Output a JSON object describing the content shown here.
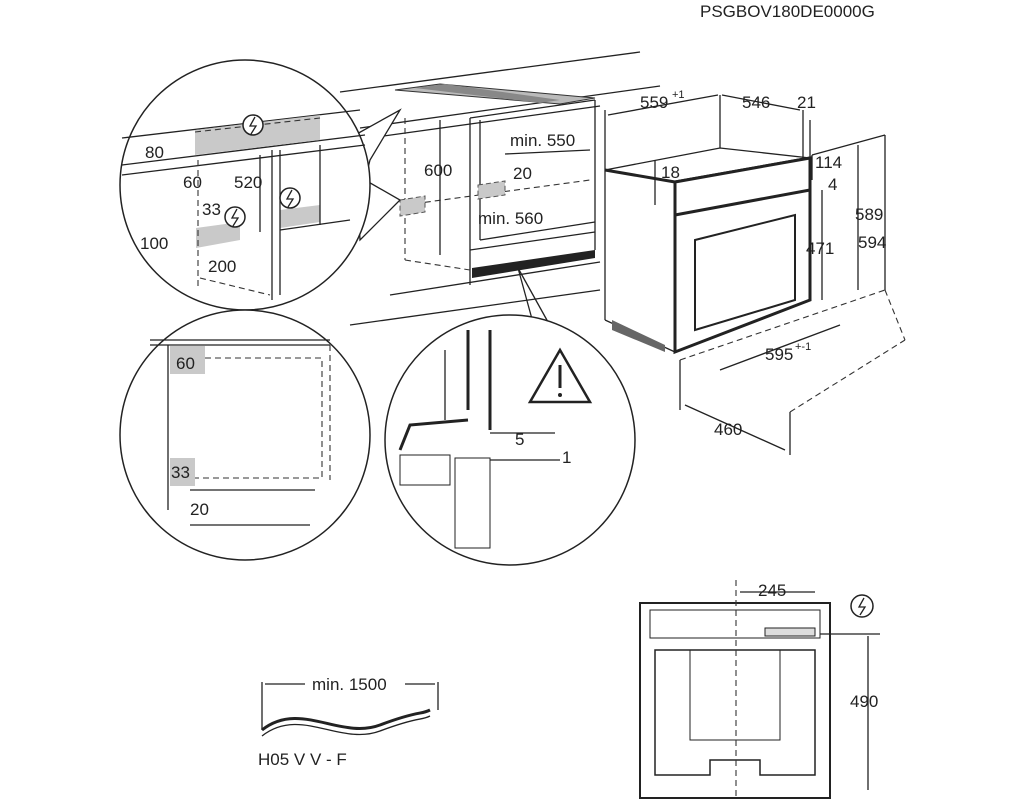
{
  "title": "PSGBOV180DE0000G",
  "detail_top": {
    "d80": "80",
    "d60": "60",
    "d520": "520",
    "d33": "33",
    "d100": "100",
    "d200": "200"
  },
  "niche": {
    "d600": "600",
    "min550": "min. 550",
    "d20": "20",
    "min560": "min. 560"
  },
  "oven": {
    "d559": "559",
    "d559_tol": "+1",
    "d546": "546",
    "d21": "21",
    "d18": "18",
    "d114": "114",
    "d4": "4",
    "d589": "589",
    "d594": "594",
    "d471": "471",
    "d595": "595",
    "d595_tol": "+-1",
    "d460": "460"
  },
  "detail_side": {
    "d60": "60",
    "d33": "33",
    "d20": "20"
  },
  "detail_warning": {
    "d5": "5",
    "d1": "1"
  },
  "cable": {
    "length": "min. 1500",
    "type": "H05 V V - F"
  },
  "rear": {
    "d245": "245",
    "d490": "490"
  },
  "icons": [
    "electric-connection-icon",
    "warning-triangle-icon"
  ]
}
